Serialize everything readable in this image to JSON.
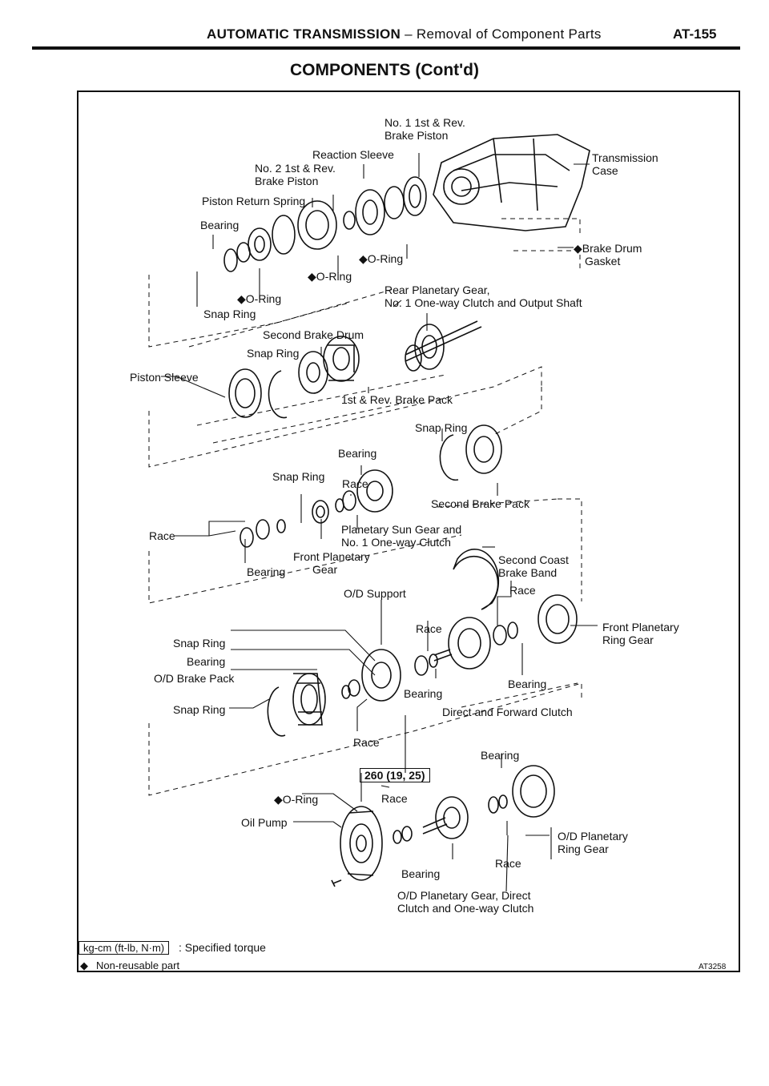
{
  "header": {
    "section": "AUTOMATIC TRANSMISSION",
    "subtitle": "– Removal of Component Parts",
    "page": "AT-155"
  },
  "heading": "COMPONENTS (Cont'd)",
  "parts": {
    "no1_brake_piston": [
      "No. 1 1st & Rev.",
      "Brake Piston"
    ],
    "reaction_sleeve": "Reaction Sleeve",
    "no2_brake_piston": [
      "No. 2 1st & Rev.",
      "Brake Piston"
    ],
    "piston_return_spring": "Piston Return Spring",
    "bearing_top": "Bearing",
    "transmission_case": [
      "Transmission",
      "Case"
    ],
    "brake_drum_gasket": [
      "Brake Drum",
      "Gasket"
    ],
    "oring_a": "O-Ring",
    "oring_b": "O-Ring",
    "oring_c": "O-Ring",
    "rear_planetary": [
      "Rear Planetary Gear,",
      "No. 1 One-way Clutch and Output Shaft"
    ],
    "snap_ring_1": "Snap Ring",
    "second_brake_drum": "Second Brake Drum",
    "snap_ring_2": "Snap Ring",
    "piston_sleeve": "Piston Sleeve",
    "brake_pack_1st_rev": "1st & Rev. Brake Pack",
    "snap_ring_3": "Snap Ring",
    "bearing_mid": "Bearing",
    "snap_ring_4": "Snap Ring",
    "race_mid": "Race",
    "second_brake_pack": "Second Brake Pack",
    "race_left": "Race",
    "planetary_sun_gear": [
      "Planetary Sun Gear and",
      "No. 1 One-way Clutch"
    ],
    "front_planetary_gear": [
      "Front Planetary",
      "Gear"
    ],
    "bearing_left": "Bearing",
    "second_coast_brake_band": [
      "Second Coast",
      "Brake Band"
    ],
    "od_support": "O/D Support",
    "race_right": "Race",
    "race_center": "Race",
    "front_planetary_ring_gear": [
      "Front Planetary",
      "Ring Gear"
    ],
    "snap_ring_5": "Snap Ring",
    "bearing_5": "Bearing",
    "od_brake_pack": "O/D Brake Pack",
    "bearing_center": "Bearing",
    "bearing_right": "Bearing",
    "snap_ring_6": "Snap Ring",
    "direct_forward_clutch": "Direct and Forward Clutch",
    "race_lower": "Race",
    "bearing_lower": "Bearing",
    "torque_value": "260 (19, 25)",
    "oring_d": "O-Ring",
    "race_bottom": "Race",
    "oil_pump": "Oil Pump",
    "od_planetary_ring_gear": [
      "O/D Planetary",
      "Ring Gear"
    ],
    "race_bottom_right": "Race",
    "bearing_bottom": "Bearing",
    "od_planetary_gear": [
      "O/D Planetary Gear, Direct",
      "Clutch and One-way Clutch"
    ]
  },
  "legend": {
    "torque_unit": "kg-cm (ft-lb, N·m)",
    "torque_desc": ": Specified torque",
    "nonreusable_symbol": "◆",
    "nonreusable_desc": "Non-reusable part"
  },
  "figure_code": "AT3258"
}
